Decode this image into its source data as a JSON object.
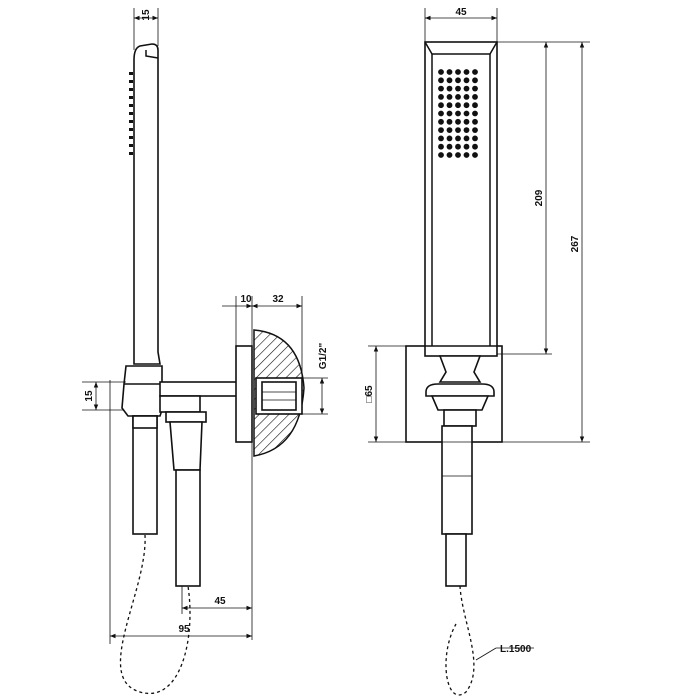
{
  "drawing": {
    "side_view": {
      "dims": {
        "head_width": "15",
        "flange_thickness": "10",
        "inlet_depth": "32",
        "thread": "G1/2\"",
        "holder_height": "15",
        "hose_offset": "45",
        "total_projection": "95"
      }
    },
    "front_view": {
      "dims": {
        "handle_width": "45",
        "handshower_length": "209",
        "total_height": "267",
        "plate_size": "□65",
        "hose_length": "L.1500"
      },
      "nozzle_grid": {
        "rows": 11,
        "columns": 5
      }
    }
  }
}
